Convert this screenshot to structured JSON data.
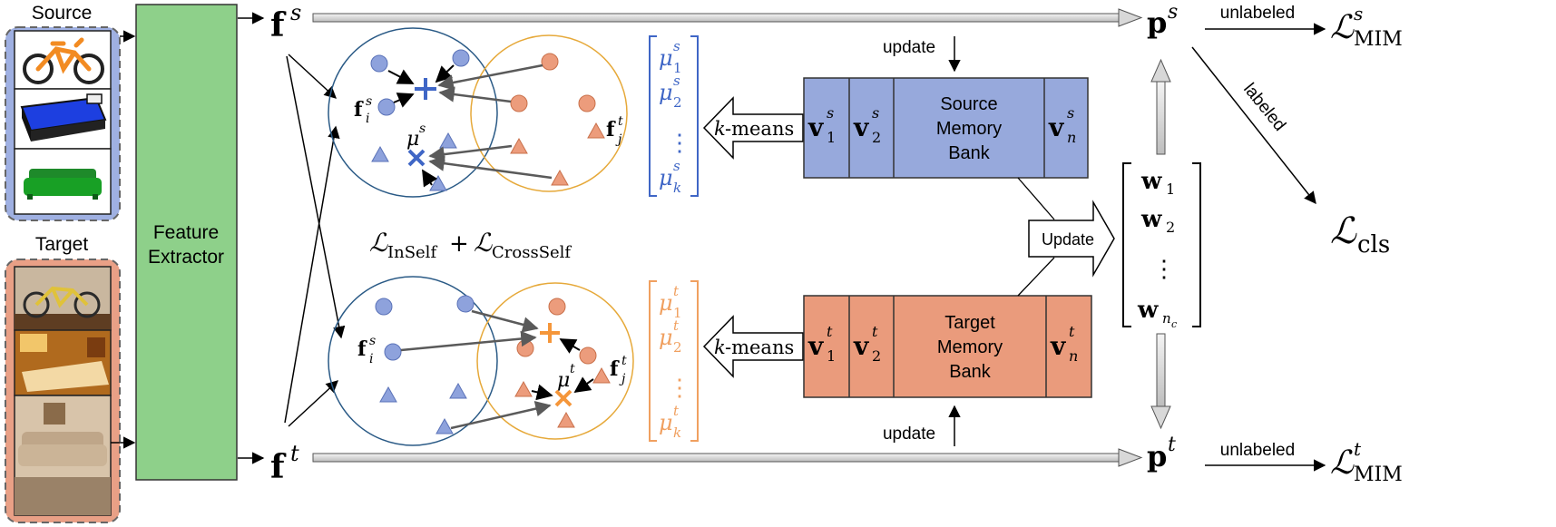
{
  "labels": {
    "source": "Source",
    "target": "Target",
    "feature_extractor_1": "Feature",
    "feature_extractor_2": "Extractor",
    "update_top": "update",
    "update_bottom": "update",
    "update_arrow": "Update",
    "unlabeled_top": "unlabeled",
    "unlabeled_bottom": "unlabeled",
    "labeled": "labeled",
    "kmeans_k": "k",
    "kmeans_rest": "-means",
    "source_bank": [
      "Source",
      "Memory",
      "Bank"
    ],
    "target_bank": [
      "Target",
      "Memory",
      "Bank"
    ]
  },
  "math": {
    "fs": "f",
    "ft": "f",
    "ps": "p",
    "pt": "p",
    "sup_s": "s",
    "sup_t": "t",
    "L": "ℒ",
    "MIM": "MIM",
    "cls": "cls",
    "InSelf": "InSelf",
    "CrossSelf": "CrossSelf",
    "plus": "+",
    "fi": "f",
    "fj": "f",
    "i": "i",
    "j": "j",
    "mu": "μ",
    "v": "v",
    "w": "w",
    "nc": "n",
    "c": "c",
    "one": "1",
    "two": "2",
    "n": "n",
    "k": "k",
    "dots": "⋮"
  },
  "colors": {
    "source_blue": "#97a9dc",
    "source_dark": "#3f5aa8",
    "target_orange": "#ea9b7c",
    "target_dark": "#e08a44",
    "extractor_green": "#8ed08a",
    "cluster_blue": "#2a5a86",
    "cluster_orange": "#e6a93a"
  },
  "icons": [
    "bicycle-icon",
    "bed-icon",
    "sofa-icon",
    "bike-photo",
    "bedroom-photo",
    "living-room-photo"
  ]
}
